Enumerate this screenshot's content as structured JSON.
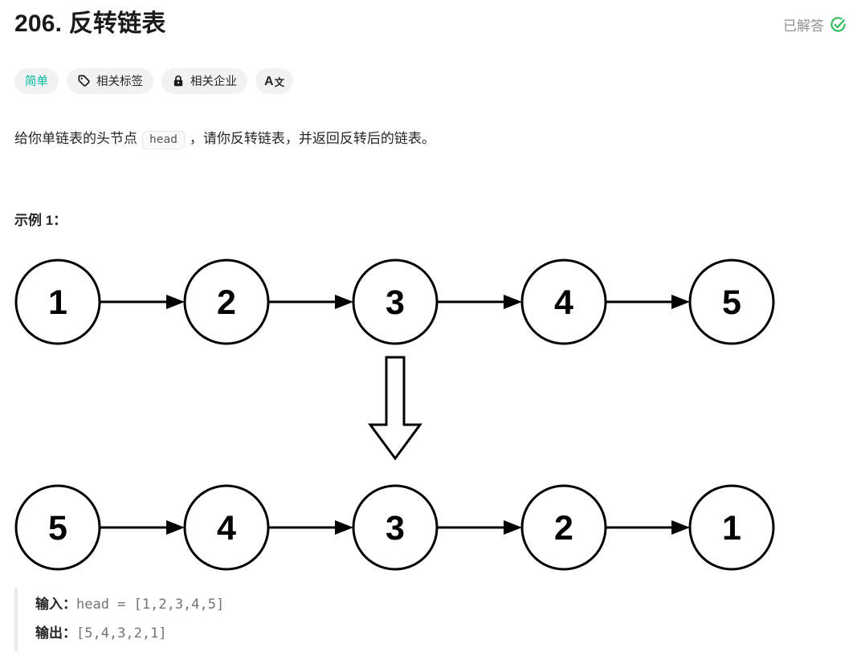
{
  "header": {
    "title": "206. 反转链表",
    "solved_label": "已解答",
    "solved_icon": "check-circle-icon",
    "solved_color": "#2cbb5d"
  },
  "tags": {
    "difficulty": {
      "label": "简单",
      "color": "#00b8a3"
    },
    "related_tags": {
      "label": "相关标签",
      "icon": "tag-icon"
    },
    "related_companies": {
      "label": "相关企业",
      "icon": "lock-icon"
    },
    "translate": {
      "letter": "A",
      "cjk": "文",
      "icon": "translate-icon"
    }
  },
  "description": {
    "prefix": "给你单链表的头节点",
    "inline_code": "head",
    "suffix": "，请你反转链表，并返回反转后的链表。"
  },
  "example": {
    "heading": "示例 1：",
    "input_label": "输入：",
    "input_value": "head = [1,2,3,4,5]",
    "output_label": "输出：",
    "output_value": "[5,4,3,2,1]"
  },
  "diagram": {
    "type": "linked-list-transform",
    "top_list": [
      "1",
      "2",
      "3",
      "4",
      "5"
    ],
    "bottom_list": [
      "5",
      "4",
      "3",
      "2",
      "1"
    ],
    "node_fill": "#ffffff",
    "node_stroke": "#000000"
  }
}
